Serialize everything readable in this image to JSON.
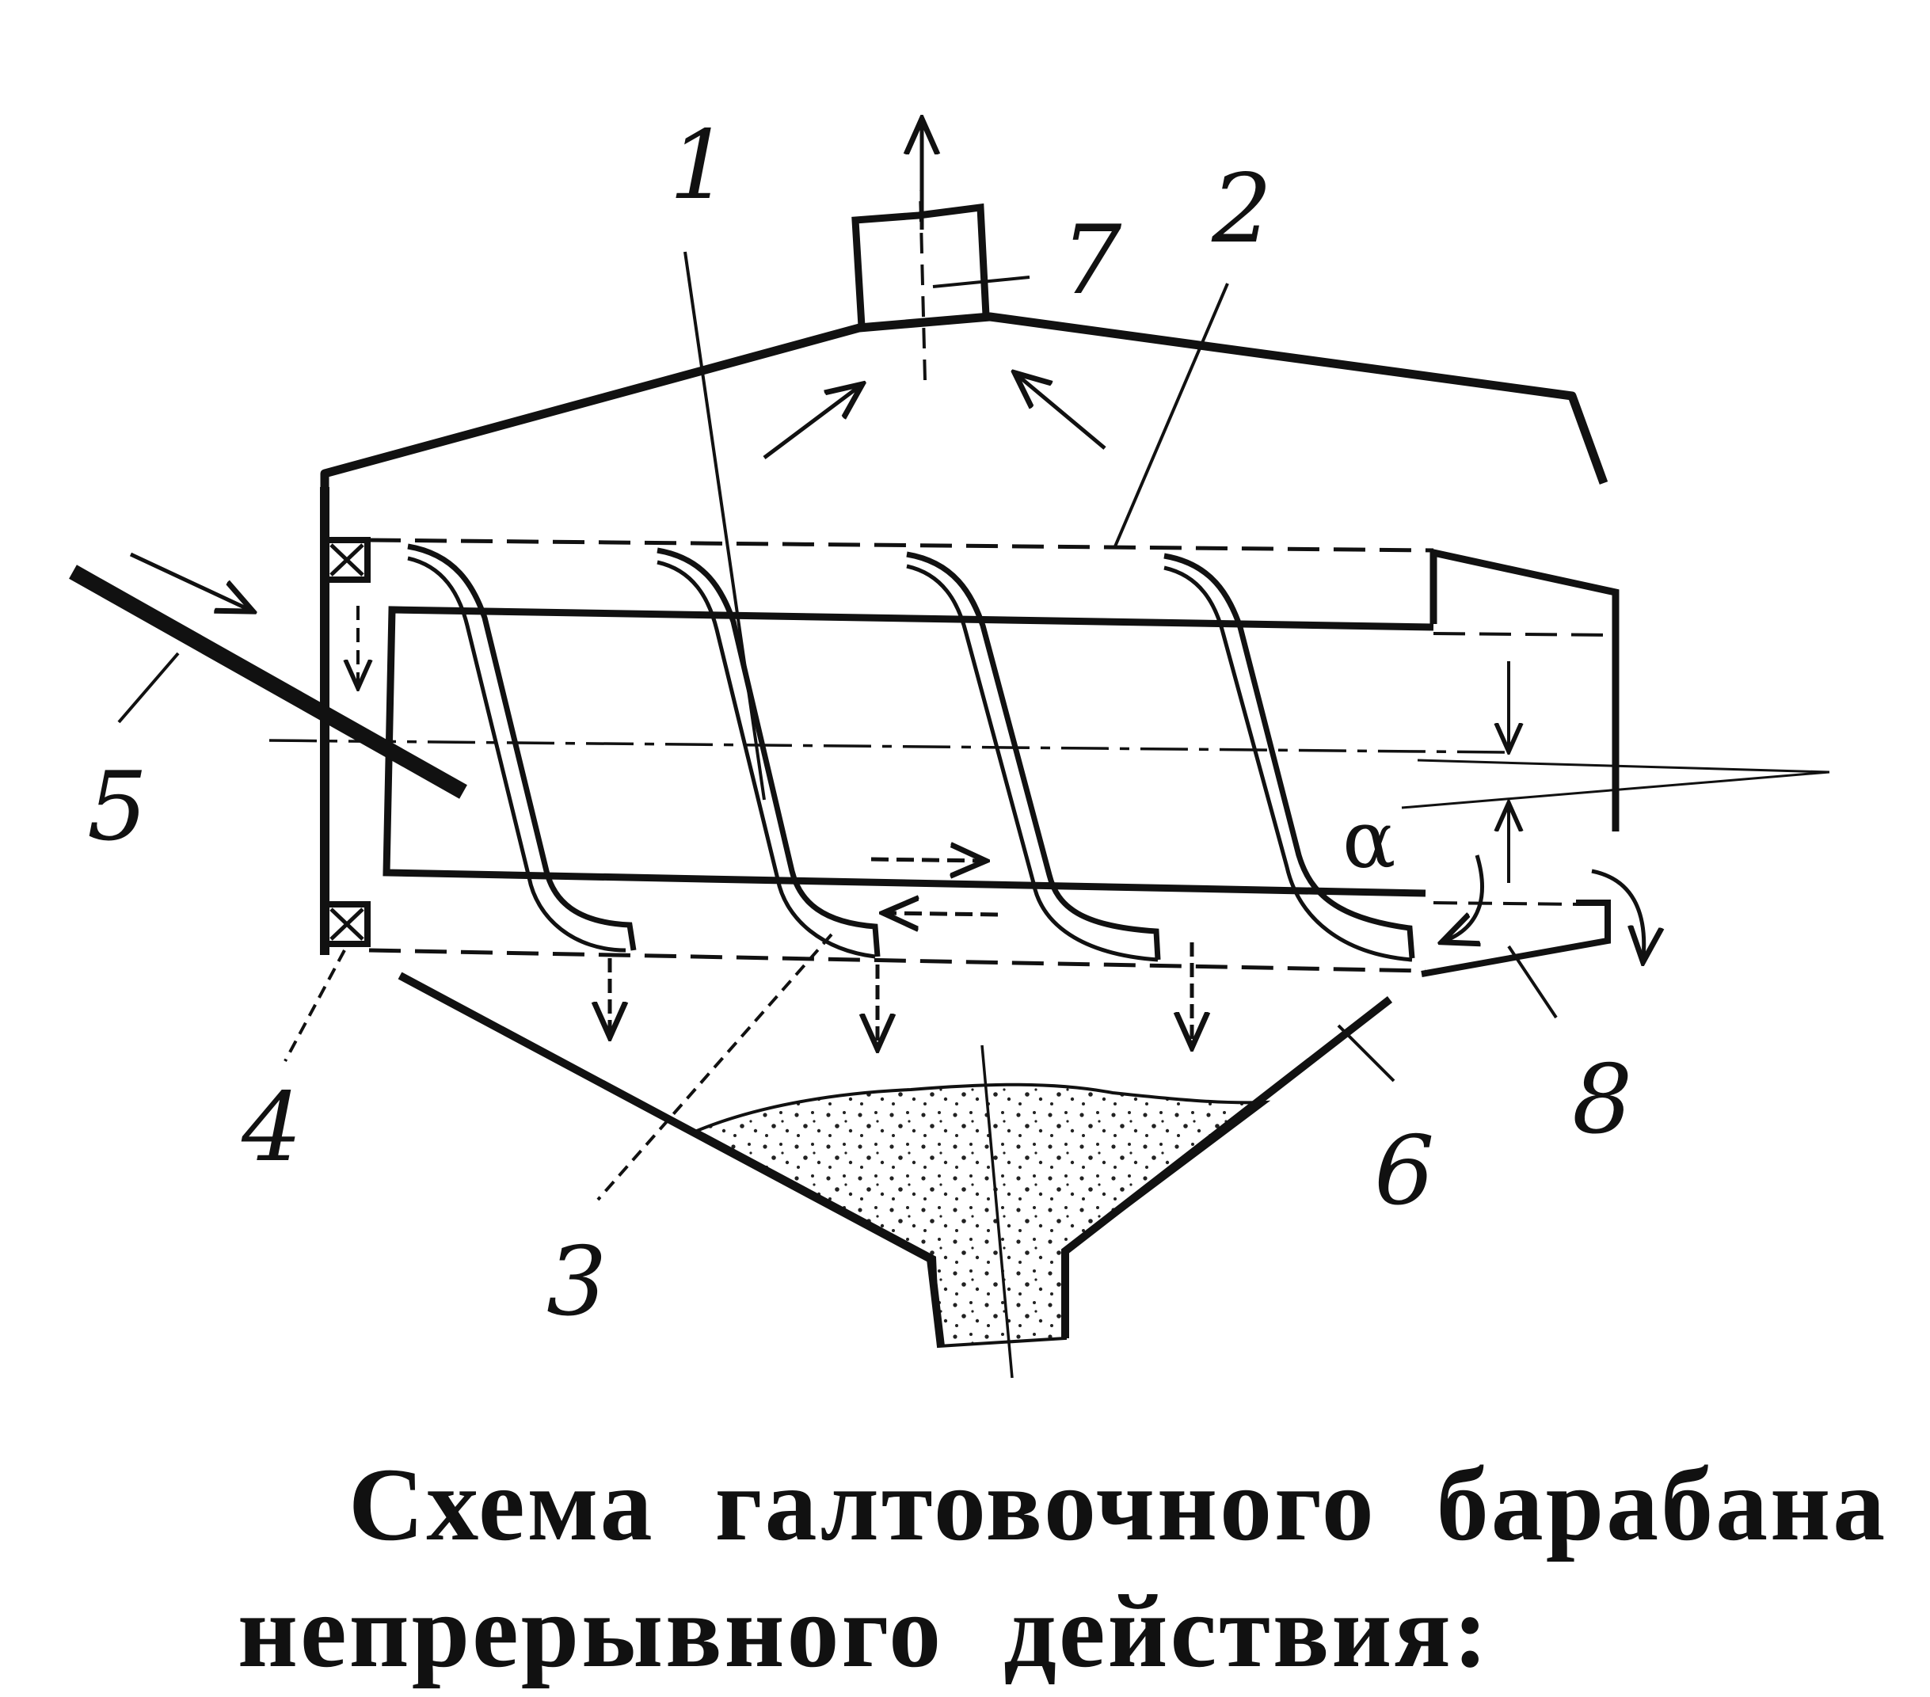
{
  "labels": {
    "l1": "1",
    "l2": "2",
    "l3": "3",
    "l4": "4",
    "l5": "5",
    "l6": "6",
    "l7": "7",
    "l8": "8",
    "alpha": "α"
  },
  "caption": {
    "line1": "Схема галтовочного барабана",
    "line2": "непрерывного действия:"
  }
}
